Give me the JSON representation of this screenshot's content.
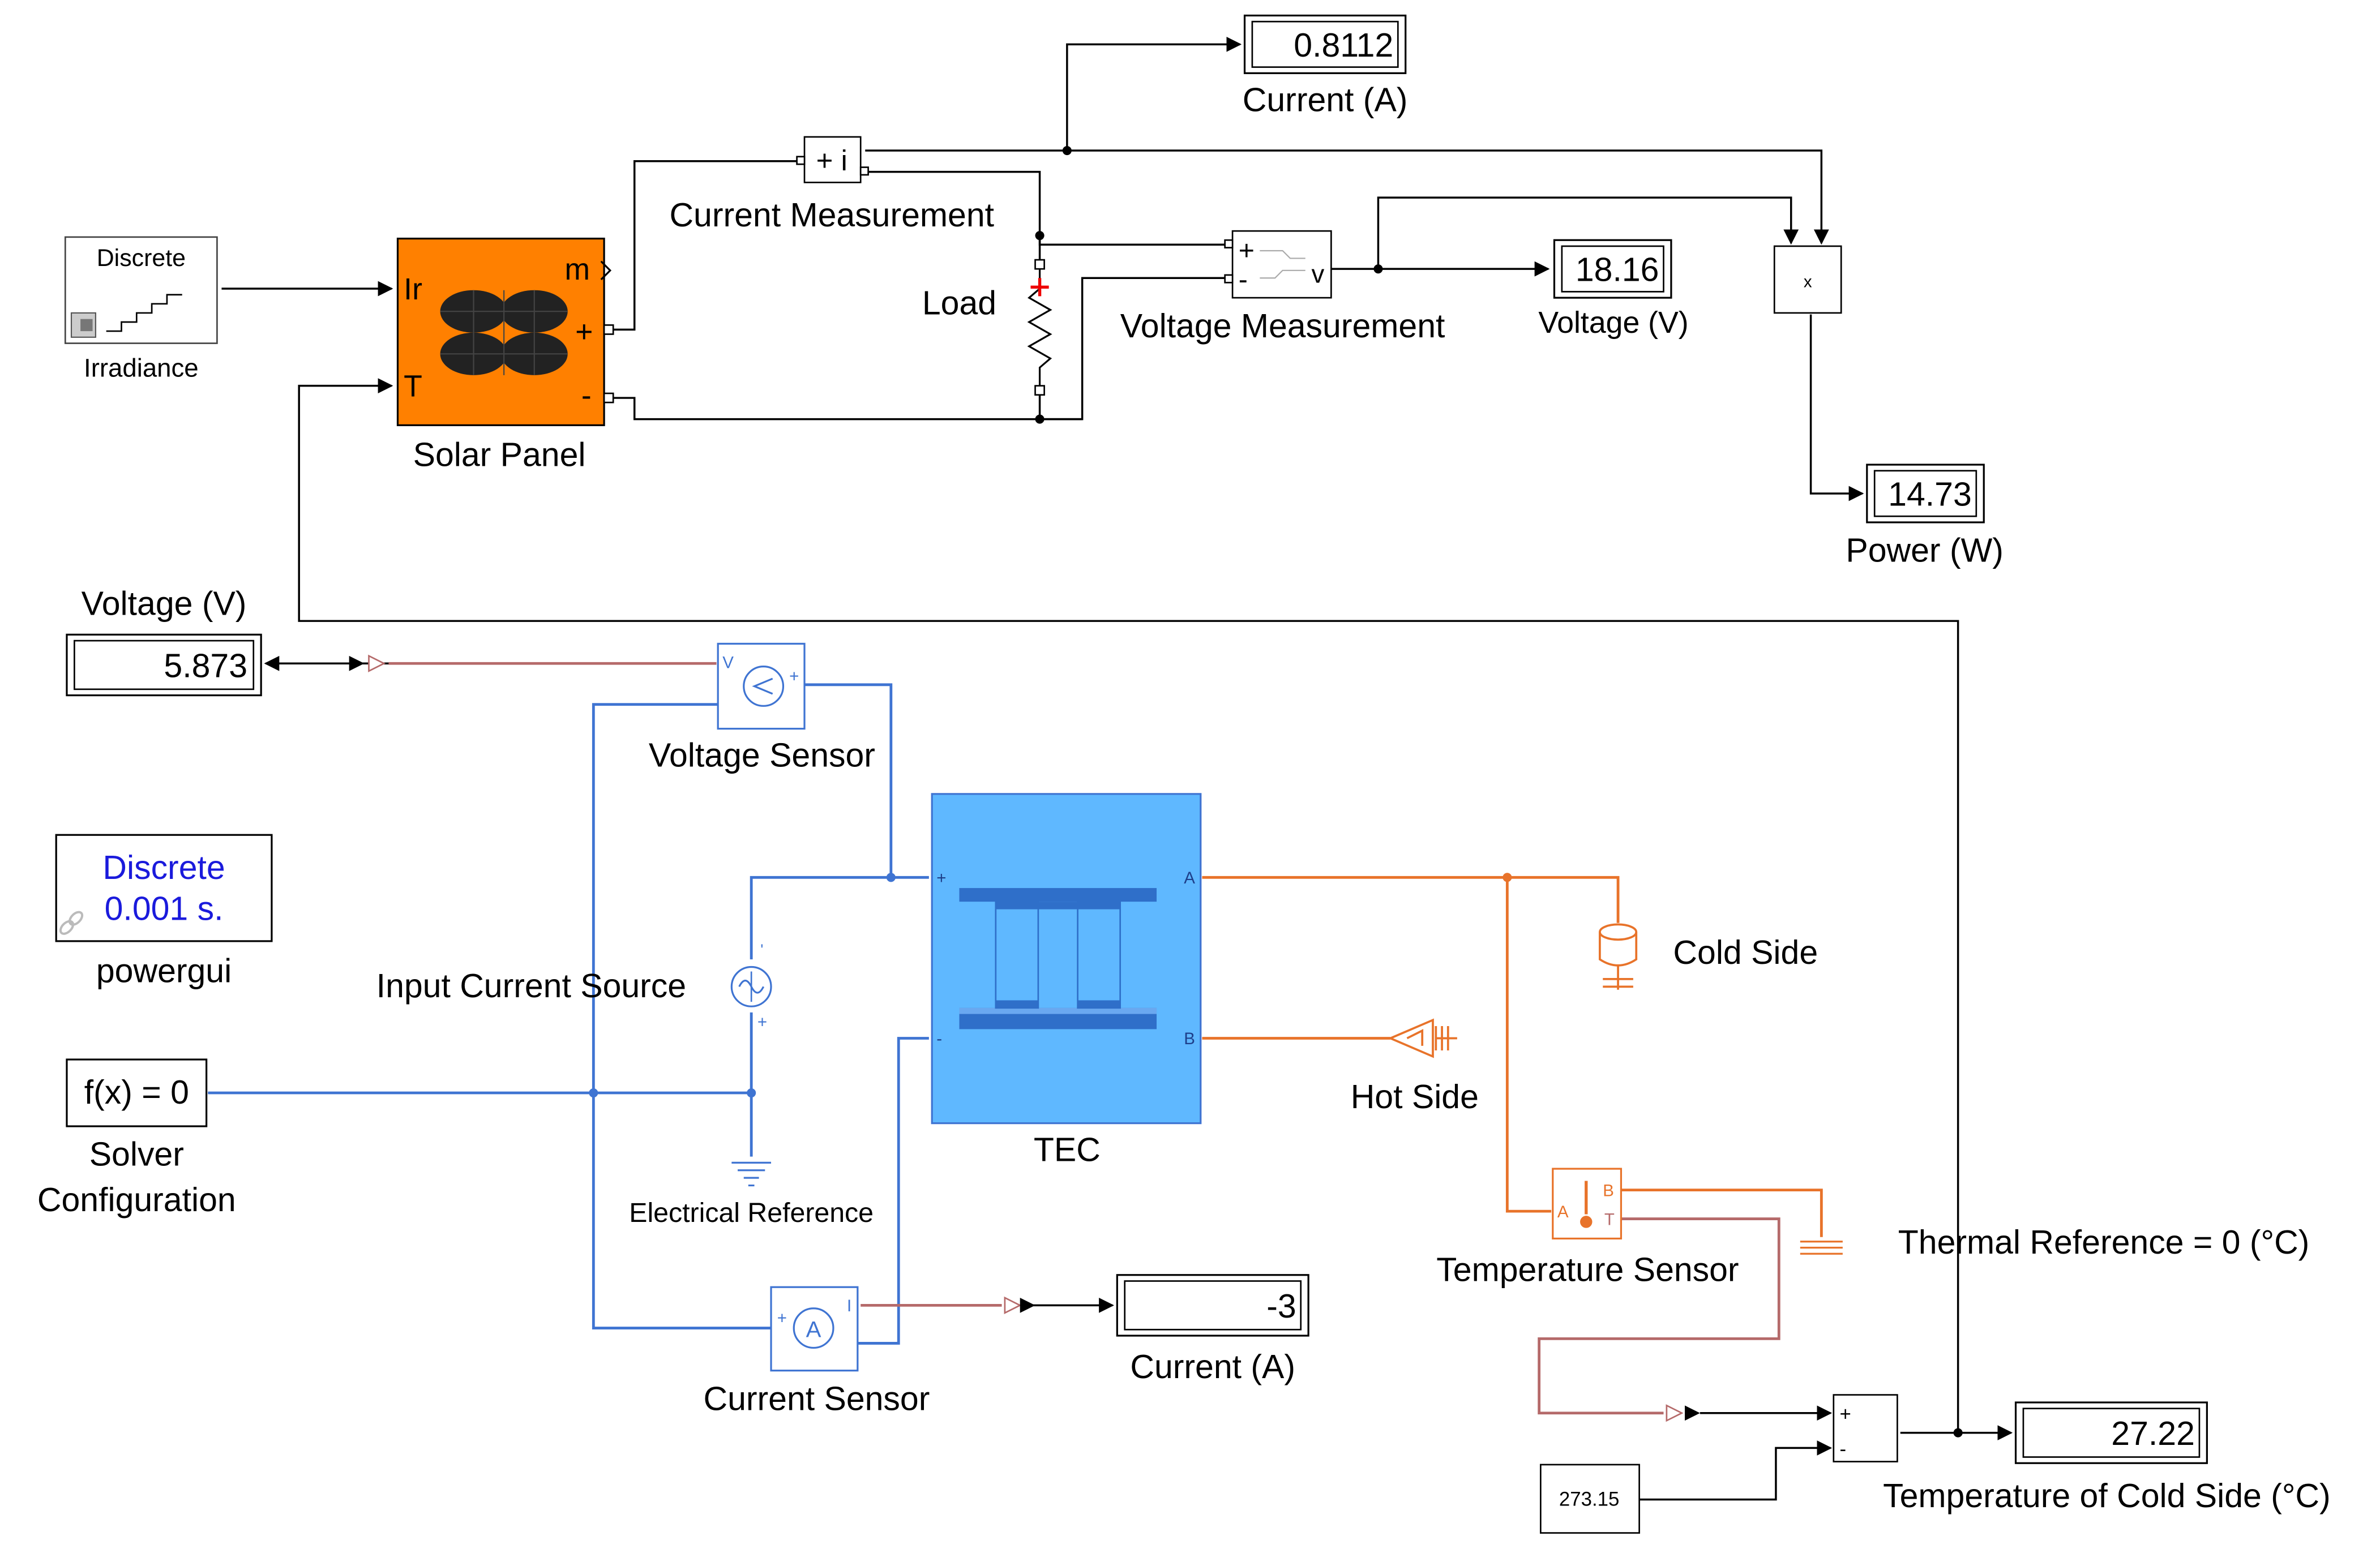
{
  "solar": {
    "irradiance_block": "Discrete",
    "irradiance_label": "Irradiance",
    "panel_port_ir": "Ir",
    "panel_port_t": "T",
    "panel_port_m": "m",
    "panel_port_plus": "+",
    "panel_port_minus": "-",
    "panel_label": "Solar Panel",
    "current_meas_symbol": "+ i",
    "current_meas_label": "Current Measurement",
    "load_label": "Load",
    "voltage_meas_plus": "+",
    "voltage_meas_minus": "-",
    "voltage_meas_v": "v",
    "voltage_meas_label": "Voltage Measurement",
    "product_symbol": "x",
    "current_display": {
      "value": "0.8112",
      "label": "Current (A)"
    },
    "voltage_display": {
      "value": "18.16",
      "label": "Voltage (V)"
    },
    "power_display": {
      "value": "14.73",
      "label": "Power (W)"
    }
  },
  "tec": {
    "voltage_display": {
      "value": "5.873",
      "label": "Voltage (V)"
    },
    "voltage_sensor_label": "Voltage Sensor",
    "voltage_sensor_port_v": "V",
    "voltage_sensor_port_plus": "+",
    "powergui_line1": "Discrete",
    "powergui_line2": "0.001 s.",
    "powergui_label": "powergui",
    "input_source_label": "Input Current Source",
    "solver_block": "f(x) = 0",
    "solver_label_1": "Solver",
    "solver_label_2": "Configuration",
    "electrical_ref_label": "Electrical Reference",
    "tec_label": "TEC",
    "tec_port_plus": "+",
    "tec_port_minus": "-",
    "tec_port_a": "A",
    "tec_port_b": "B",
    "current_sensor_label": "Current Sensor",
    "current_sensor_symbol": "A",
    "current_sensor_port_i": "I",
    "current_display": {
      "value": "-3",
      "label": "Current (A)"
    },
    "cold_side_label": "Cold Side",
    "hot_side_label": "Hot Side",
    "temp_sensor_label": "Temperature Sensor",
    "temp_sensor_port_a": "A",
    "temp_sensor_port_b": "B",
    "temp_sensor_port_t": "T",
    "thermal_ref_label": "Thermal Reference = 0 (°C)",
    "sum_plus": "+",
    "sum_minus": "-",
    "constant_value": "273.15",
    "temp_display": {
      "value": "27.22",
      "label": "Temperature of Cold Side (°C)"
    }
  },
  "colors": {
    "signal": "#000000",
    "electrical": "#3f74d2",
    "thermal": "#e8732a",
    "physical_signal": "#b56a6a",
    "solar_panel": "#ff8000",
    "tec_body": "#5fb8ff",
    "powergui_text": "#1a1adc"
  }
}
